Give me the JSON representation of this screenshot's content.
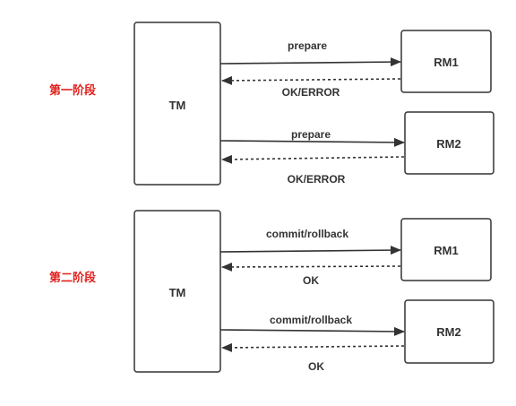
{
  "phase1": {
    "label": "第一阶段",
    "tm": "TM",
    "rm1": "RM1",
    "rm2": "RM2",
    "rm1_request": "prepare",
    "rm1_response": "OK/ERROR",
    "rm2_request": "prepare",
    "rm2_response": "OK/ERROR"
  },
  "phase2": {
    "label": "第二阶段",
    "tm": "TM",
    "rm1": "RM1",
    "rm2": "RM2",
    "rm1_request": "commit/rollback",
    "rm1_response": "OK",
    "rm2_request": "commit/rollback",
    "rm2_response": "OK"
  }
}
